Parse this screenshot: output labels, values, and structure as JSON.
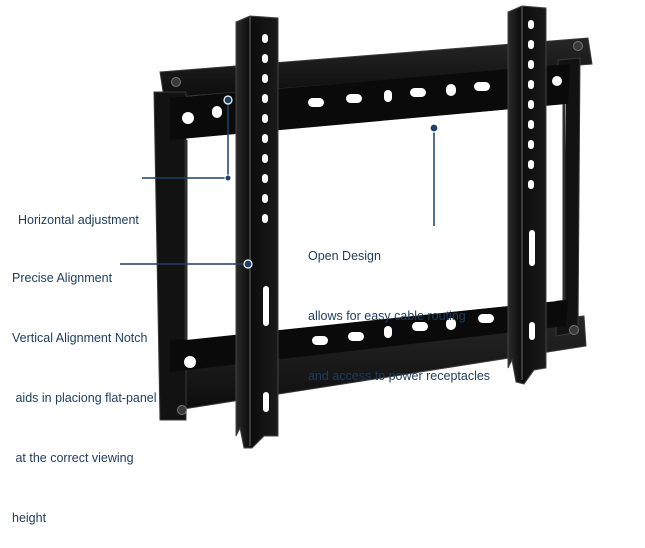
{
  "callouts": {
    "horizontal_adjustment": [
      "Horizontal adjustment"
    ],
    "precise_alignment": [
      "Precise Alignment",
      "Vertical Alignment Notch",
      " aids in placiong flat-panel",
      " at the correct viewing",
      "height"
    ],
    "open_design": [
      "Open Design",
      "allows for easy cable routing",
      "and access to power receptacles"
    ]
  },
  "colors": {
    "callout_text": "#1e3c5c",
    "leader_line": "#1c3f66",
    "bracket": "#111111",
    "bracket_edge": "#3a3a3a"
  }
}
